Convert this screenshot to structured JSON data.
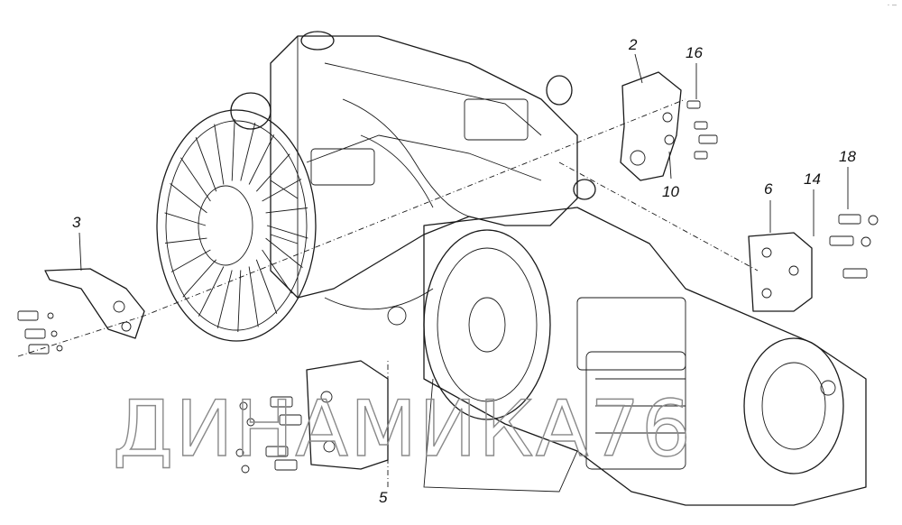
{
  "callouts": [
    {
      "id": "2",
      "label": "2"
    },
    {
      "id": "3",
      "label": "3"
    },
    {
      "id": "5",
      "label": "5"
    },
    {
      "id": "6",
      "label": "6"
    },
    {
      "id": "10",
      "label": "10"
    },
    {
      "id": "14",
      "label": "14"
    },
    {
      "id": "16",
      "label": "16"
    },
    {
      "id": "18",
      "label": "18"
    }
  ],
  "watermark": "ДИНАМИКА76",
  "corner_mark": "· –"
}
